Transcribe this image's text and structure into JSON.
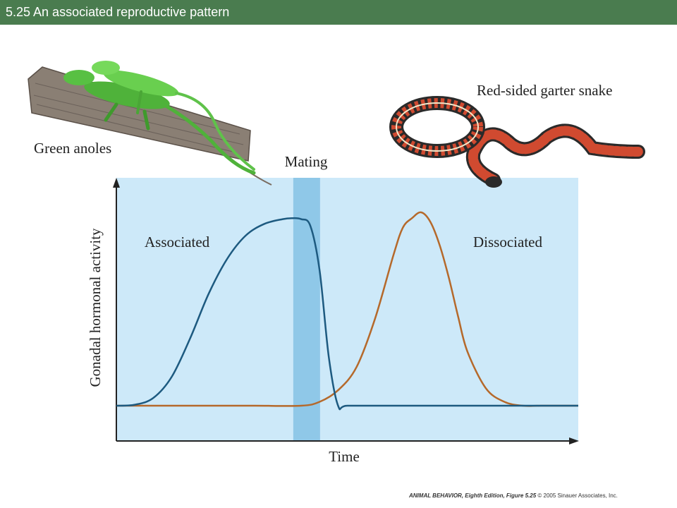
{
  "header": {
    "title": "5.25  An associated reproductive pattern"
  },
  "labels": {
    "anoles": "Green anoles",
    "snake": "Red-sided garter snake",
    "mating": "Mating",
    "associated": "Associated",
    "dissociated": "Dissociated"
  },
  "credit": {
    "book": "ANIMAL BEHAVIOR, Eighth Edition, Figure 5.25",
    "copyright": "© 2005 Sinauer Associates, Inc."
  },
  "colors": {
    "header_bg": "#4a7c4f",
    "plot_bg": "#cde9f9",
    "mating_band": "#8fc8e8",
    "associated_line": "#1d5a80",
    "dissociated_line": "#b5692b"
  },
  "chart_data": {
    "type": "line",
    "xlabel": "Time",
    "ylabel": "Gonadal hormonal activity",
    "xlim": [
      0,
      100
    ],
    "ylim": [
      0,
      100
    ],
    "grid": false,
    "mating_period": [
      38.3,
      44.1
    ],
    "series": [
      {
        "name": "Associated",
        "x": [
          0,
          4,
          8,
          12,
          16,
          20,
          24,
          28,
          32,
          36,
          38,
          40,
          42,
          44,
          46,
          48,
          50,
          60,
          70,
          80,
          90,
          100
        ],
        "values": [
          0,
          0.5,
          4,
          15,
          35,
          58,
          76,
          88,
          94,
          96.5,
          97,
          96.5,
          93,
          70,
          25,
          0,
          0,
          0,
          0,
          0,
          0,
          0
        ]
      },
      {
        "name": "Dissociated",
        "x": [
          0,
          10,
          20,
          30,
          40,
          44,
          48,
          52,
          56,
          60,
          62,
          64,
          66,
          68,
          70,
          72,
          74,
          76,
          80,
          84,
          88,
          92,
          100
        ],
        "values": [
          0,
          0,
          0,
          0,
          0,
          2,
          8,
          20,
          45,
          78,
          92,
          97,
          100,
          95,
          83,
          66,
          46,
          28,
          9,
          2,
          0,
          0,
          0
        ]
      }
    ]
  }
}
